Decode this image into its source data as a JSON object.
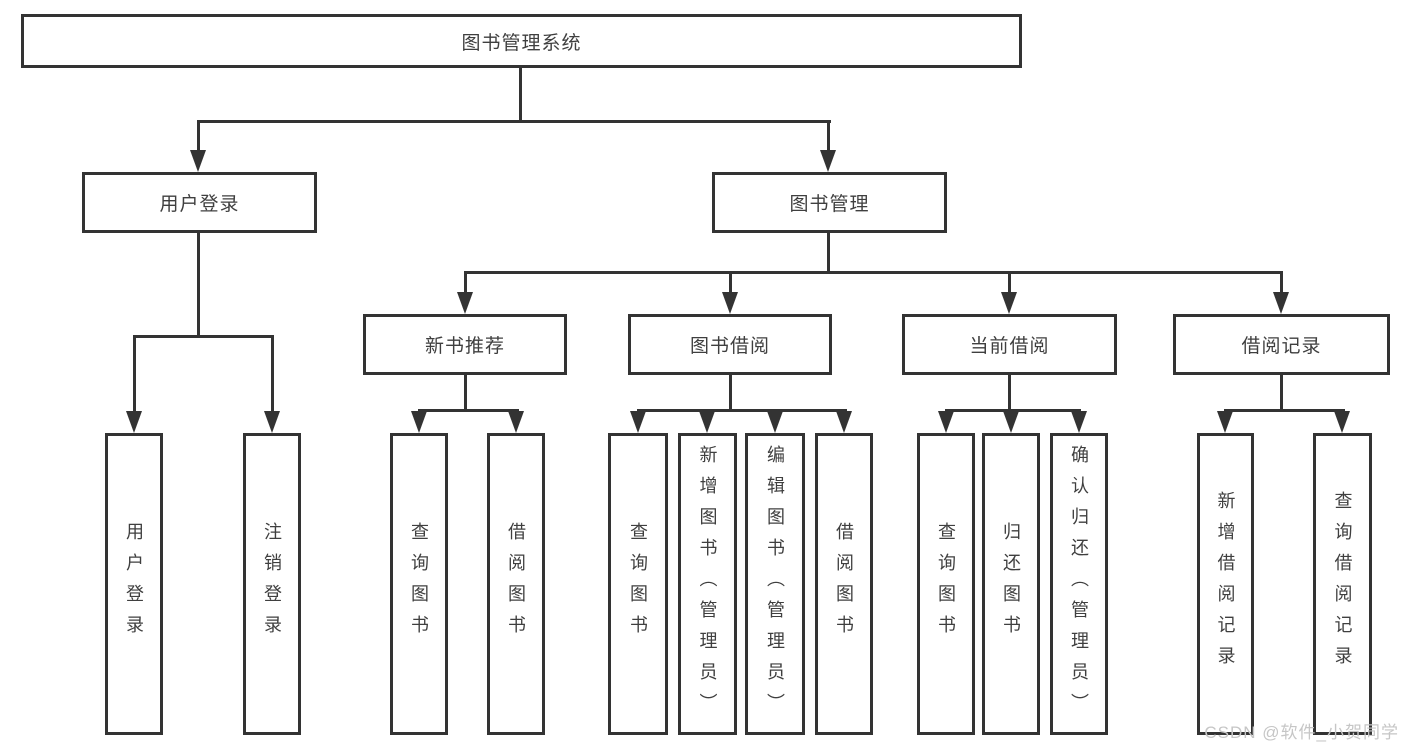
{
  "tree": {
    "root": {
      "label": "图书管理系统",
      "children": [
        {
          "label": "用户登录",
          "children": [
            {
              "label": "用户登录"
            },
            {
              "label": "注销登录"
            }
          ]
        },
        {
          "label": "图书管理",
          "children": [
            {
              "label": "新书推荐",
              "children": [
                {
                  "label": "查询图书"
                },
                {
                  "label": "借阅图书"
                }
              ]
            },
            {
              "label": "图书借阅",
              "children": [
                {
                  "label": "查询图书"
                },
                {
                  "label": "新增图书（管理员）"
                },
                {
                  "label": "编辑图书（管理员）"
                },
                {
                  "label": "借阅图书"
                }
              ]
            },
            {
              "label": "当前借阅",
              "children": [
                {
                  "label": "查询图书"
                },
                {
                  "label": "归还图书"
                },
                {
                  "label": "确认归还（管理员）"
                }
              ]
            },
            {
              "label": "借阅记录",
              "children": [
                {
                  "label": "新增借阅记录"
                },
                {
                  "label": "查询借阅记录"
                }
              ]
            }
          ]
        }
      ]
    }
  },
  "watermark": {
    "text": "CSDN @软件_小贺同学"
  },
  "colors": {
    "line": "#333333",
    "box_border": "#333333",
    "text": "#3f3f3f",
    "watermark_text": "#c6c6c6",
    "background": "#ffffff"
  }
}
